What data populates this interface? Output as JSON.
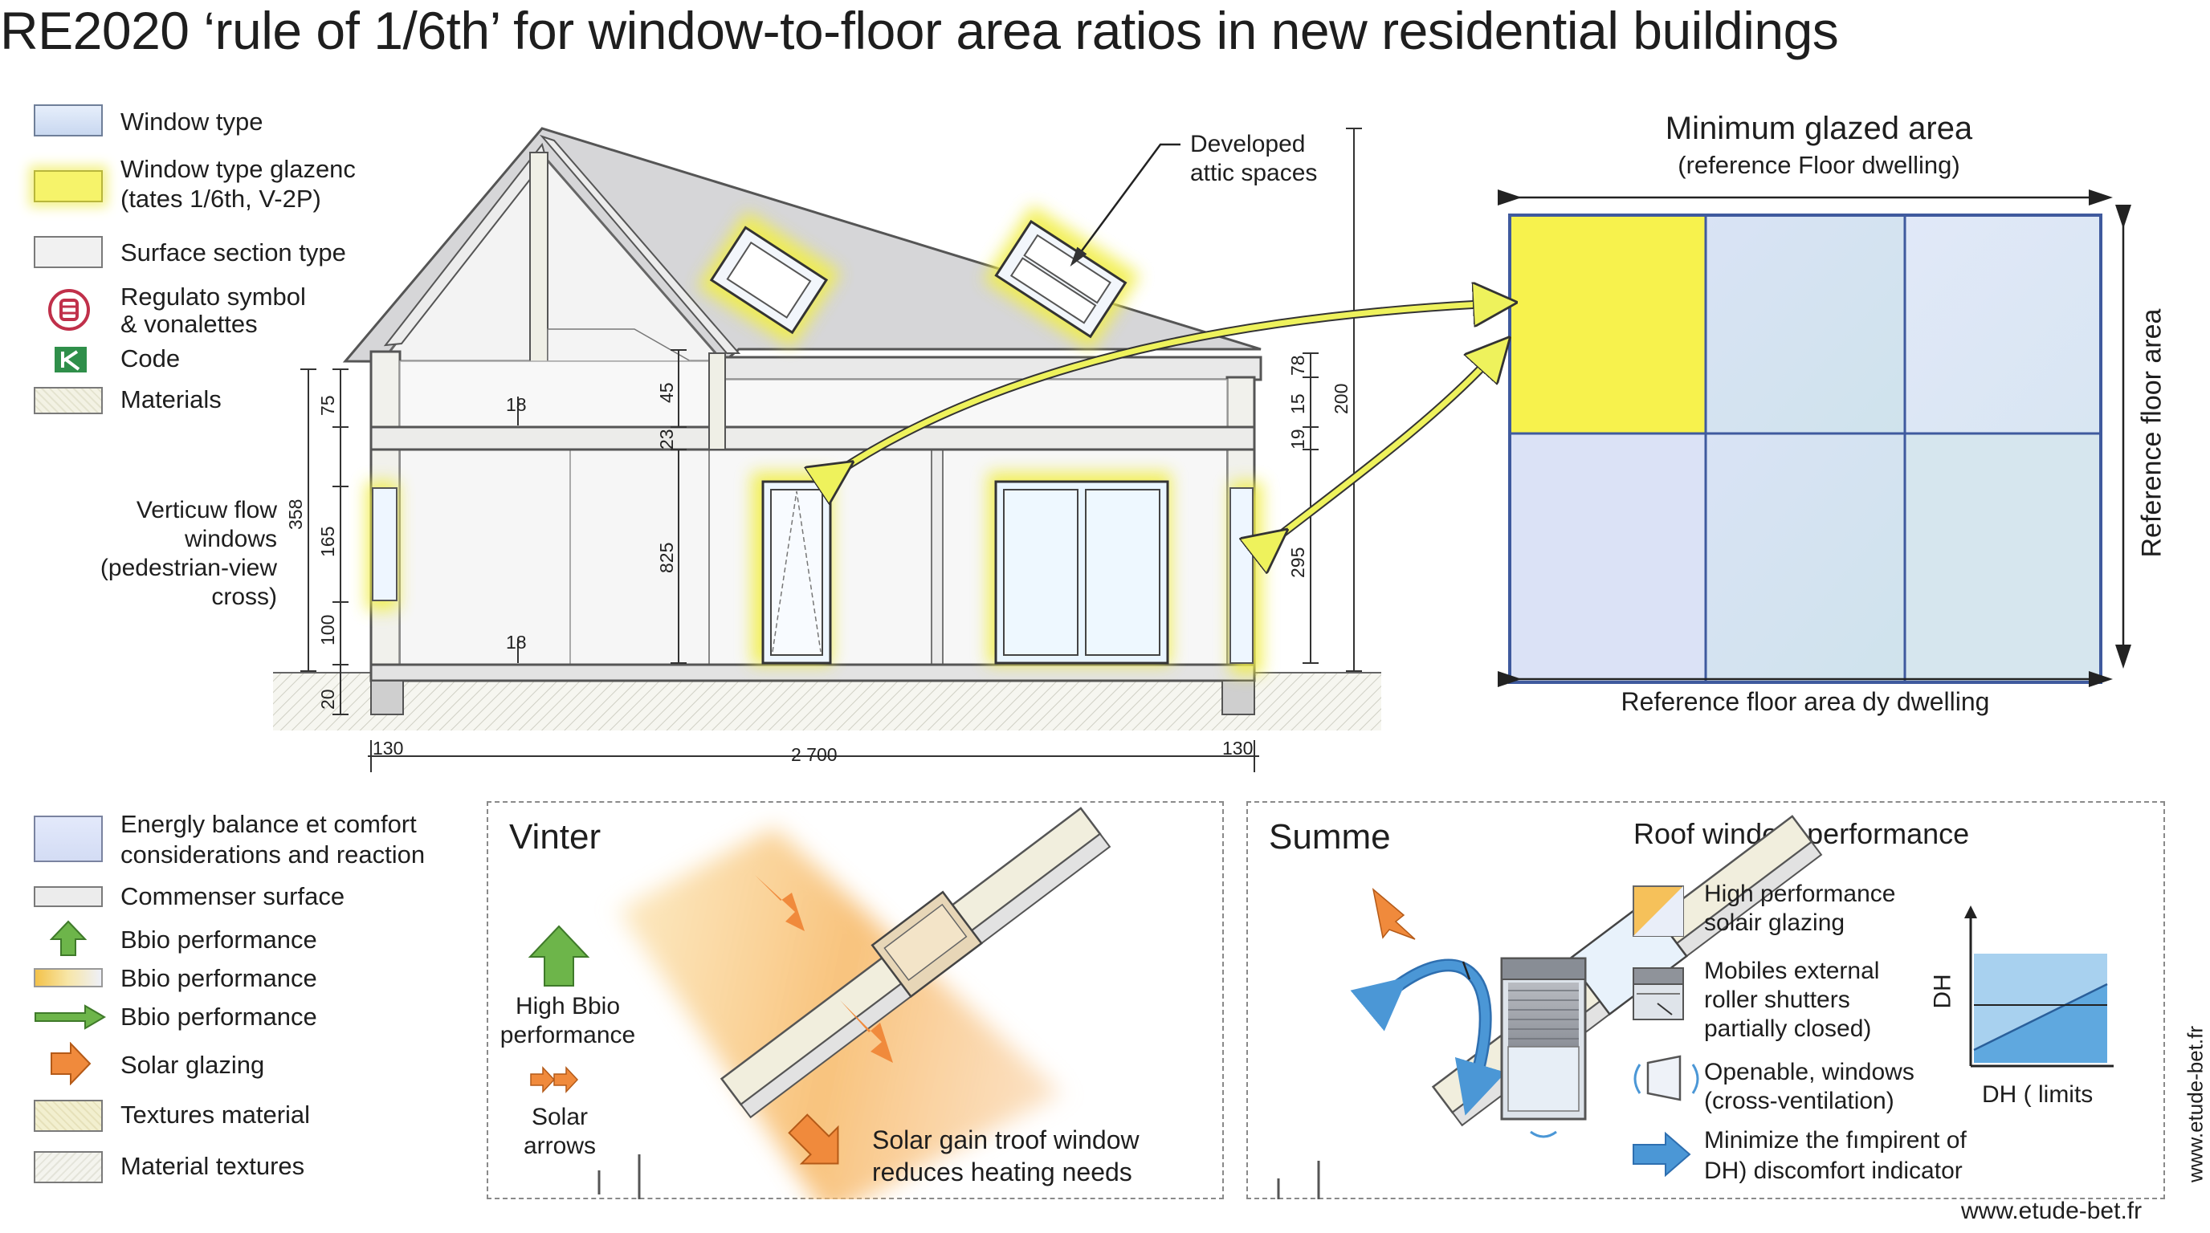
{
  "title": "RE2020 ‘rule of 1/6th’ for window-to-floor area ratios in new residential buildings",
  "legend_top": [
    {
      "label": "Window type"
    },
    {
      "label1": "Window type glazenc",
      "label2": "(tates 1/6th, V-2P)"
    },
    {
      "label": "Surface section type"
    },
    {
      "label1": "Regulato symbol",
      "label2": "& vonalettes"
    },
    {
      "label": "Code"
    },
    {
      "label": "Materials"
    }
  ],
  "section_labels": {
    "vertical_windows": [
      "Verticuw flow",
      "windows",
      "(pedestrian-view",
      "cross)"
    ],
    "developed_attic": [
      "Developed",
      "attic spaces"
    ]
  },
  "dimensions": {
    "left_outer": "358",
    "left_upper": "75",
    "left_window": "165",
    "left_sill": "100",
    "left_base": "20",
    "floor_upper": "18",
    "floor_lower": "18",
    "mid_upper": "45",
    "mid_floor": "23",
    "mid_height": "825",
    "right_top": "78",
    "right_mid": "15",
    "right_floor": "19",
    "right_window": "295",
    "right_overall": "200",
    "base_left": "130",
    "base_width": "2 700",
    "base_right": "130"
  },
  "grid_panel": {
    "title": "Minimum glazed area",
    "subtitle": "(reference Floor dwelling)",
    "bottom_label": "Reference floor area dy dwelling",
    "side_label": "Reference floor area",
    "rows": 2,
    "cols": 3,
    "highlighted_cells": 1,
    "highlight_color": "#f7f24d",
    "cell_color": "#dbe4f6"
  },
  "legend_bottom": [
    {
      "label1": "Energly balance et comfort",
      "label2": "considerations and reaction"
    },
    {
      "label": "Commenser surface"
    },
    {
      "label": "Bbio performance"
    },
    {
      "label": "Bbio performance"
    },
    {
      "label": "Bbio performance"
    },
    {
      "label": "Solar glazing"
    },
    {
      "label": "Textures material"
    },
    {
      "label": "Material textures"
    }
  ],
  "winter_panel": {
    "title": "Vinter",
    "bbio_label": [
      "High Bbio",
      "performance"
    ],
    "arrows_label": [
      "Solar",
      "arrows"
    ],
    "caption": [
      "Solar gain troof window",
      "reduces heating needs"
    ]
  },
  "summer_panel": {
    "title": "Summe",
    "heading": "Roof window performance",
    "items": [
      {
        "line1": "High performance",
        "line2": "solair glazing"
      },
      {
        "line1": "Mobiles external",
        "line2": "roller shutters",
        "line3": "partially closed)"
      },
      {
        "line1": "Openable, windows",
        "line2": "(cross-ventilation)"
      },
      {
        "line1": "Minimize the fımpirent of",
        "line2": "DH) discomfort indicator"
      }
    ],
    "chart_ylabel": "DH",
    "chart_xlabel": "DH ( limits"
  },
  "footer_url": "www.etude-bet.fr",
  "side_url": "www.etude-bet.fr",
  "colors": {
    "yellow_glow": "#f3f05a",
    "arrow_yellow": "#eef25c",
    "orange": "#f08a3c",
    "blue": "#4b97d6",
    "green": "#6db54a",
    "grid_line": "#3f5a9e"
  }
}
